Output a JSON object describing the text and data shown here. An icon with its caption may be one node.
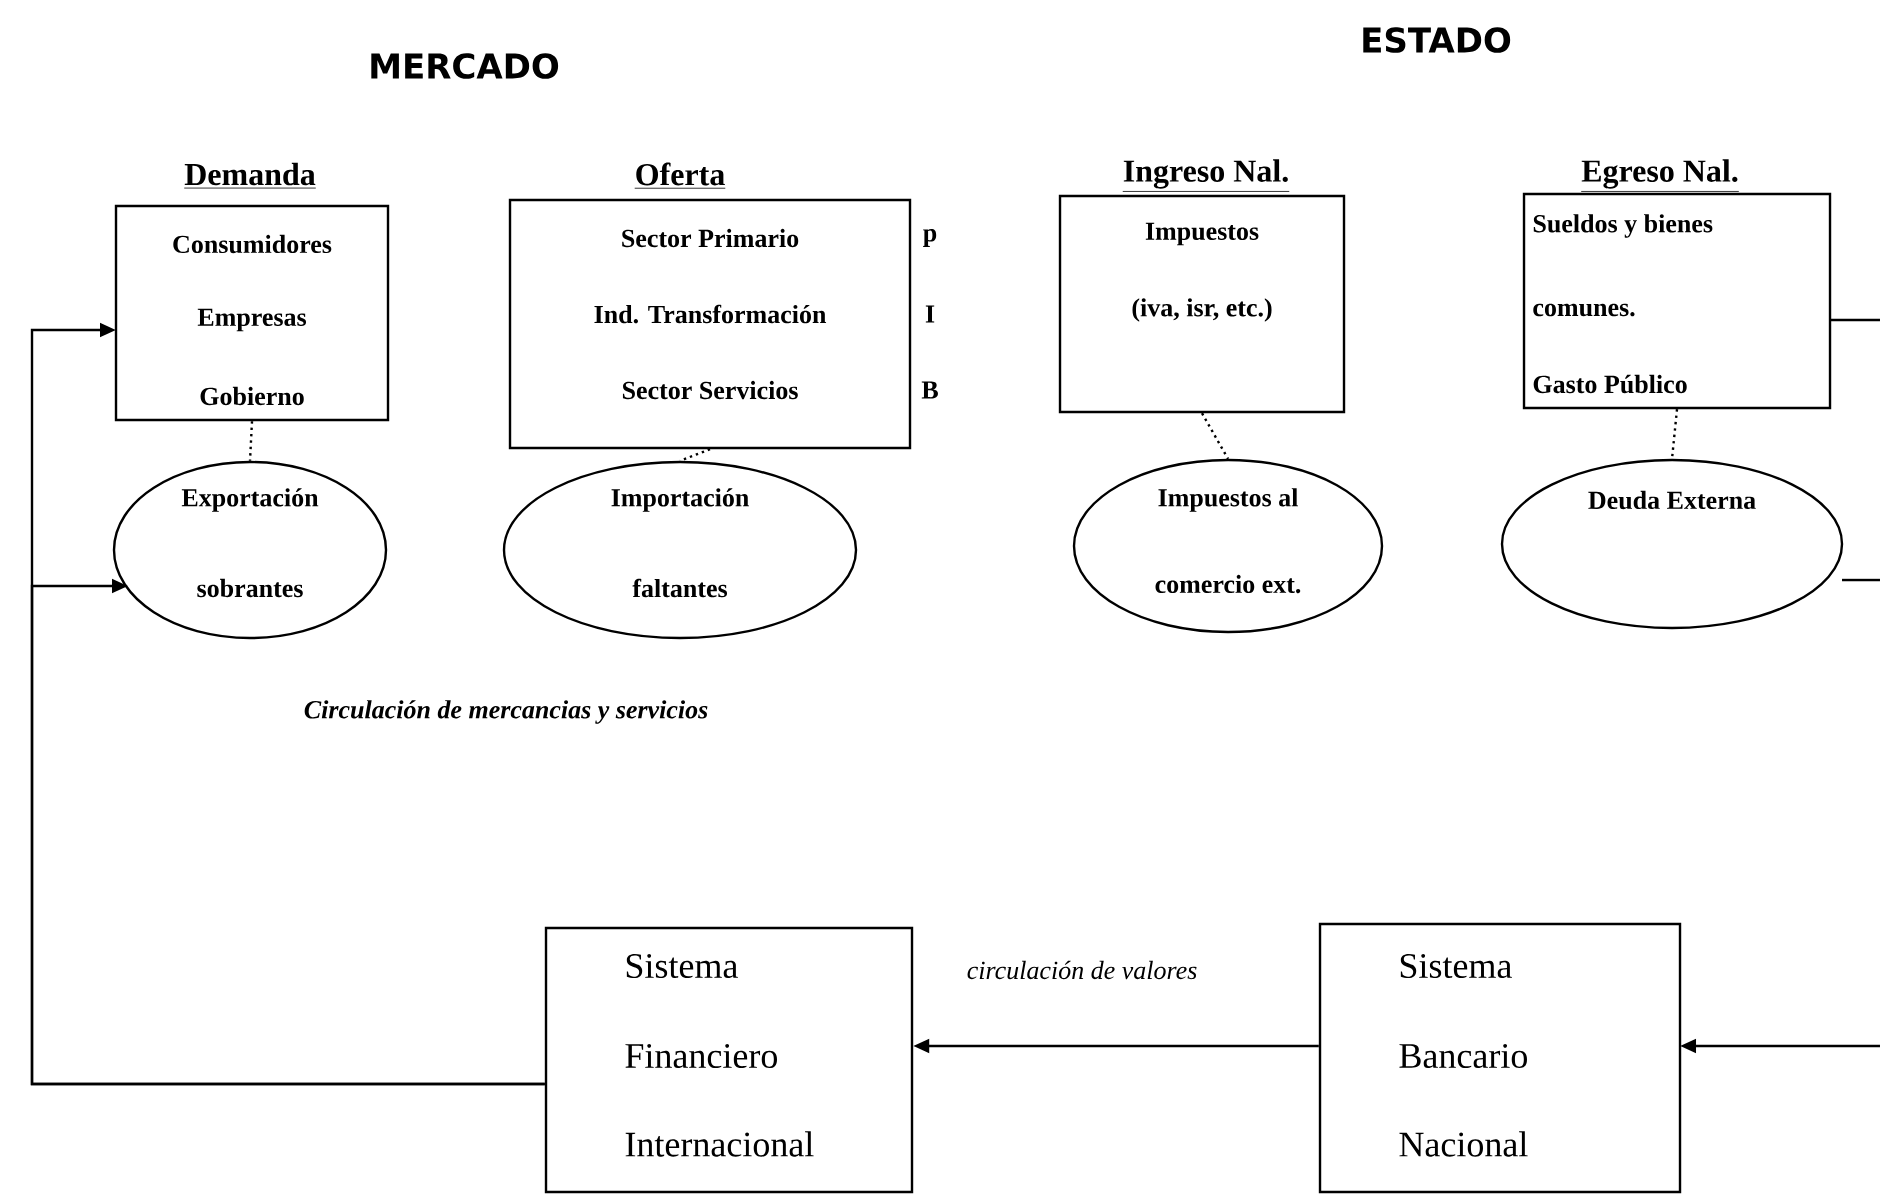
{
  "diagram": {
    "nodes": [
      {
        "text": [
          "Demanda",
          "Consumidores",
          "Empresas",
          "Gobierno"
        ]
      },
      {
        "text": [
          "Oferta",
          "Sector Primario",
          "Ind. Transformación",
          "Sector Servicios"
        ],
        "beside": [
          "p",
          "I",
          "B"
        ]
      },
      {
        "text": [
          "Ingreso Nal.",
          "Impuestos",
          "(iva, isr, etc.)"
        ]
      },
      {
        "text": [
          "Egreso Nal.",
          "Sueldos y bienes",
          "comunes.",
          "Gasto Público"
        ]
      },
      {
        "text": [
          "Exportación",
          "sobrantes"
        ]
      },
      {
        "text": [
          "Importación",
          "faltantes"
        ]
      },
      {
        "text": [
          "Impuestos al",
          "comercio ext."
        ]
      },
      {
        "text": [
          "Deuda Externa"
        ]
      },
      {
        "text": [
          "Sistema",
          "Financiero",
          "Internacional"
        ]
      },
      {
        "text": [
          "Sistema",
          "Bancario",
          "Nacional"
        ]
      }
    ],
    "edges": [
      {
        "from": 0,
        "to": 4,
        "arrow": "none",
        "style": "dashed"
      },
      {
        "from": 1,
        "to": 5,
        "arrow": "none",
        "style": "dashed"
      },
      {
        "from": 2,
        "to": 6,
        "arrow": "none",
        "style": "dashed"
      },
      {
        "from": 3,
        "to": 7,
        "arrow": "none",
        "style": "dashed"
      },
      {
        "from": 8,
        "to": 0,
        "arrow": "to"
      },
      {
        "from": 8,
        "to": 4,
        "arrow": "to"
      },
      {
        "from": 9,
        "to": 8,
        "arrow": "to",
        "label": "circulación de valores"
      },
      {
        "from": 3,
        "to": null,
        "arrow": "none"
      },
      {
        "from": 7,
        "to": null,
        "arrow": "none"
      },
      {
        "from": null,
        "to": 9,
        "arrow": "to"
      }
    ],
    "labels": [
      "MERCADO",
      "ESTADO",
      "Circulación de mercancias y servicios"
    ]
  }
}
